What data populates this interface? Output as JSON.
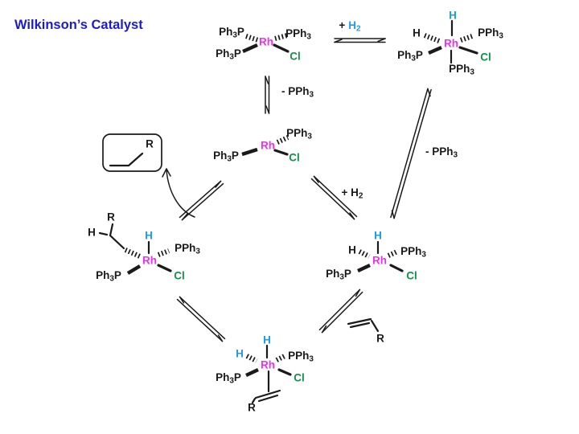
{
  "title": "Wilkinson’s Catalyst",
  "colors": {
    "title_blue": "#1c1ccd",
    "rh_magenta": "#ea30ea",
    "cl_green": "#13914a",
    "h_blue": "#219be4",
    "ink": "#1a1a1a"
  },
  "text": {
    "rh": "Rh",
    "cl": "Cl",
    "h": "H",
    "r": "R",
    "ph": "Ph",
    "p": "P",
    "pph": "PPh",
    "sub3": "3",
    "sub2": "2",
    "plus": "+",
    "plus_h": "+ H",
    "minus_pph": "- PPh"
  }
}
